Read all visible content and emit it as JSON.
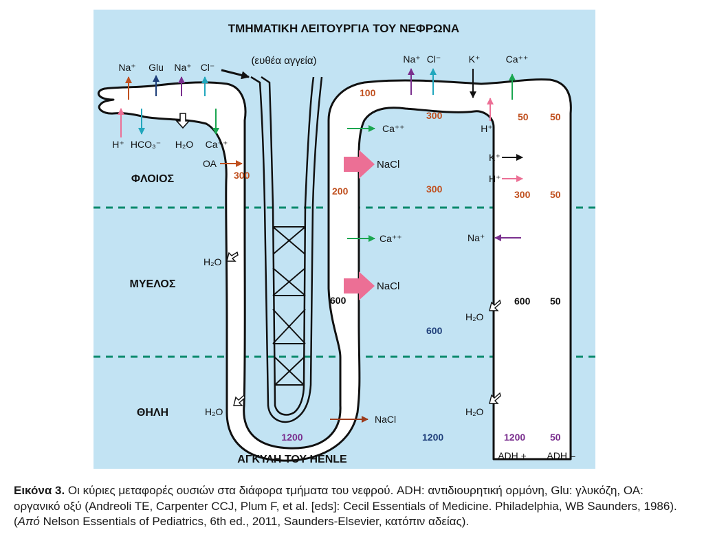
{
  "figure": {
    "title": "ΤΜΗΜΑΤΙΚΗ ΛΕΙΤΟΥΡΓΙΑ ΤΟΥ ΝΕΦΡΩΝΑ",
    "bottom_label": "ΑΓΚΥΛΗ ΤΟΥ HENLE",
    "vasa_recta_label": "(ευθέα αγγεία)",
    "zones": {
      "cortex": "ΦΛΟΙΟΣ",
      "medulla": "ΜΥΕΛΟΣ",
      "papilla": "ΘΗΛΗ"
    },
    "proximal_top_ions": [
      "Na⁺",
      "Glu",
      "Na⁺",
      "Cl⁻"
    ],
    "proximal_bottom_ions": [
      "H⁺",
      "HCO₃⁻",
      "H₂O",
      "Ca⁺⁺"
    ],
    "oa_label": "ΟΑ",
    "distal_top_ions": [
      "Na⁺",
      "Cl⁻",
      "K⁺",
      "Ca⁺⁺"
    ],
    "h_plus": "H⁺",
    "k_plus": "K⁺",
    "na_plus": "Na⁺",
    "ca_plus": "Ca⁺⁺",
    "nacl": "NaCl",
    "h2o": "H₂O",
    "osm": {
      "o100": "100",
      "o200": "200",
      "o300": "300",
      "o600": "600",
      "o1200": "1200",
      "o50": "50"
    },
    "adh_plus": "ADH +",
    "adh_minus": "ADH –",
    "colors": {
      "background": "#c2e3f3",
      "orange": "#c0501f",
      "pink": "#ec6f95",
      "teal": "#21a7bd",
      "purple": "#7a2f8e",
      "navy": "#1f3f7a",
      "green": "#1aa650",
      "brown": "#9b3b1c",
      "dashed_line": "#0a8a6c"
    }
  },
  "caption": {
    "prefix": "Εικόνα 3.",
    "text": "Οι κύριες μεταφορές ουσιών στα διάφορα τμήματα του νεφρού. ADH: αντιδιουρητική ορμόνη, Glu: γλυκόζη, ΟΑ: οργανικό οξύ (Andreoli TE, Carpenter CCJ, Plum F, et al. [eds]: Cecil Essentials of Medicine. Philadelphia, WB Saunders, 1986). (",
    "italic": "Από",
    "text_end": " Nelson Essentials of Pediatrics, 6th ed., 2011, Saunders-Elsevier, κατόπιν αδείας)."
  }
}
